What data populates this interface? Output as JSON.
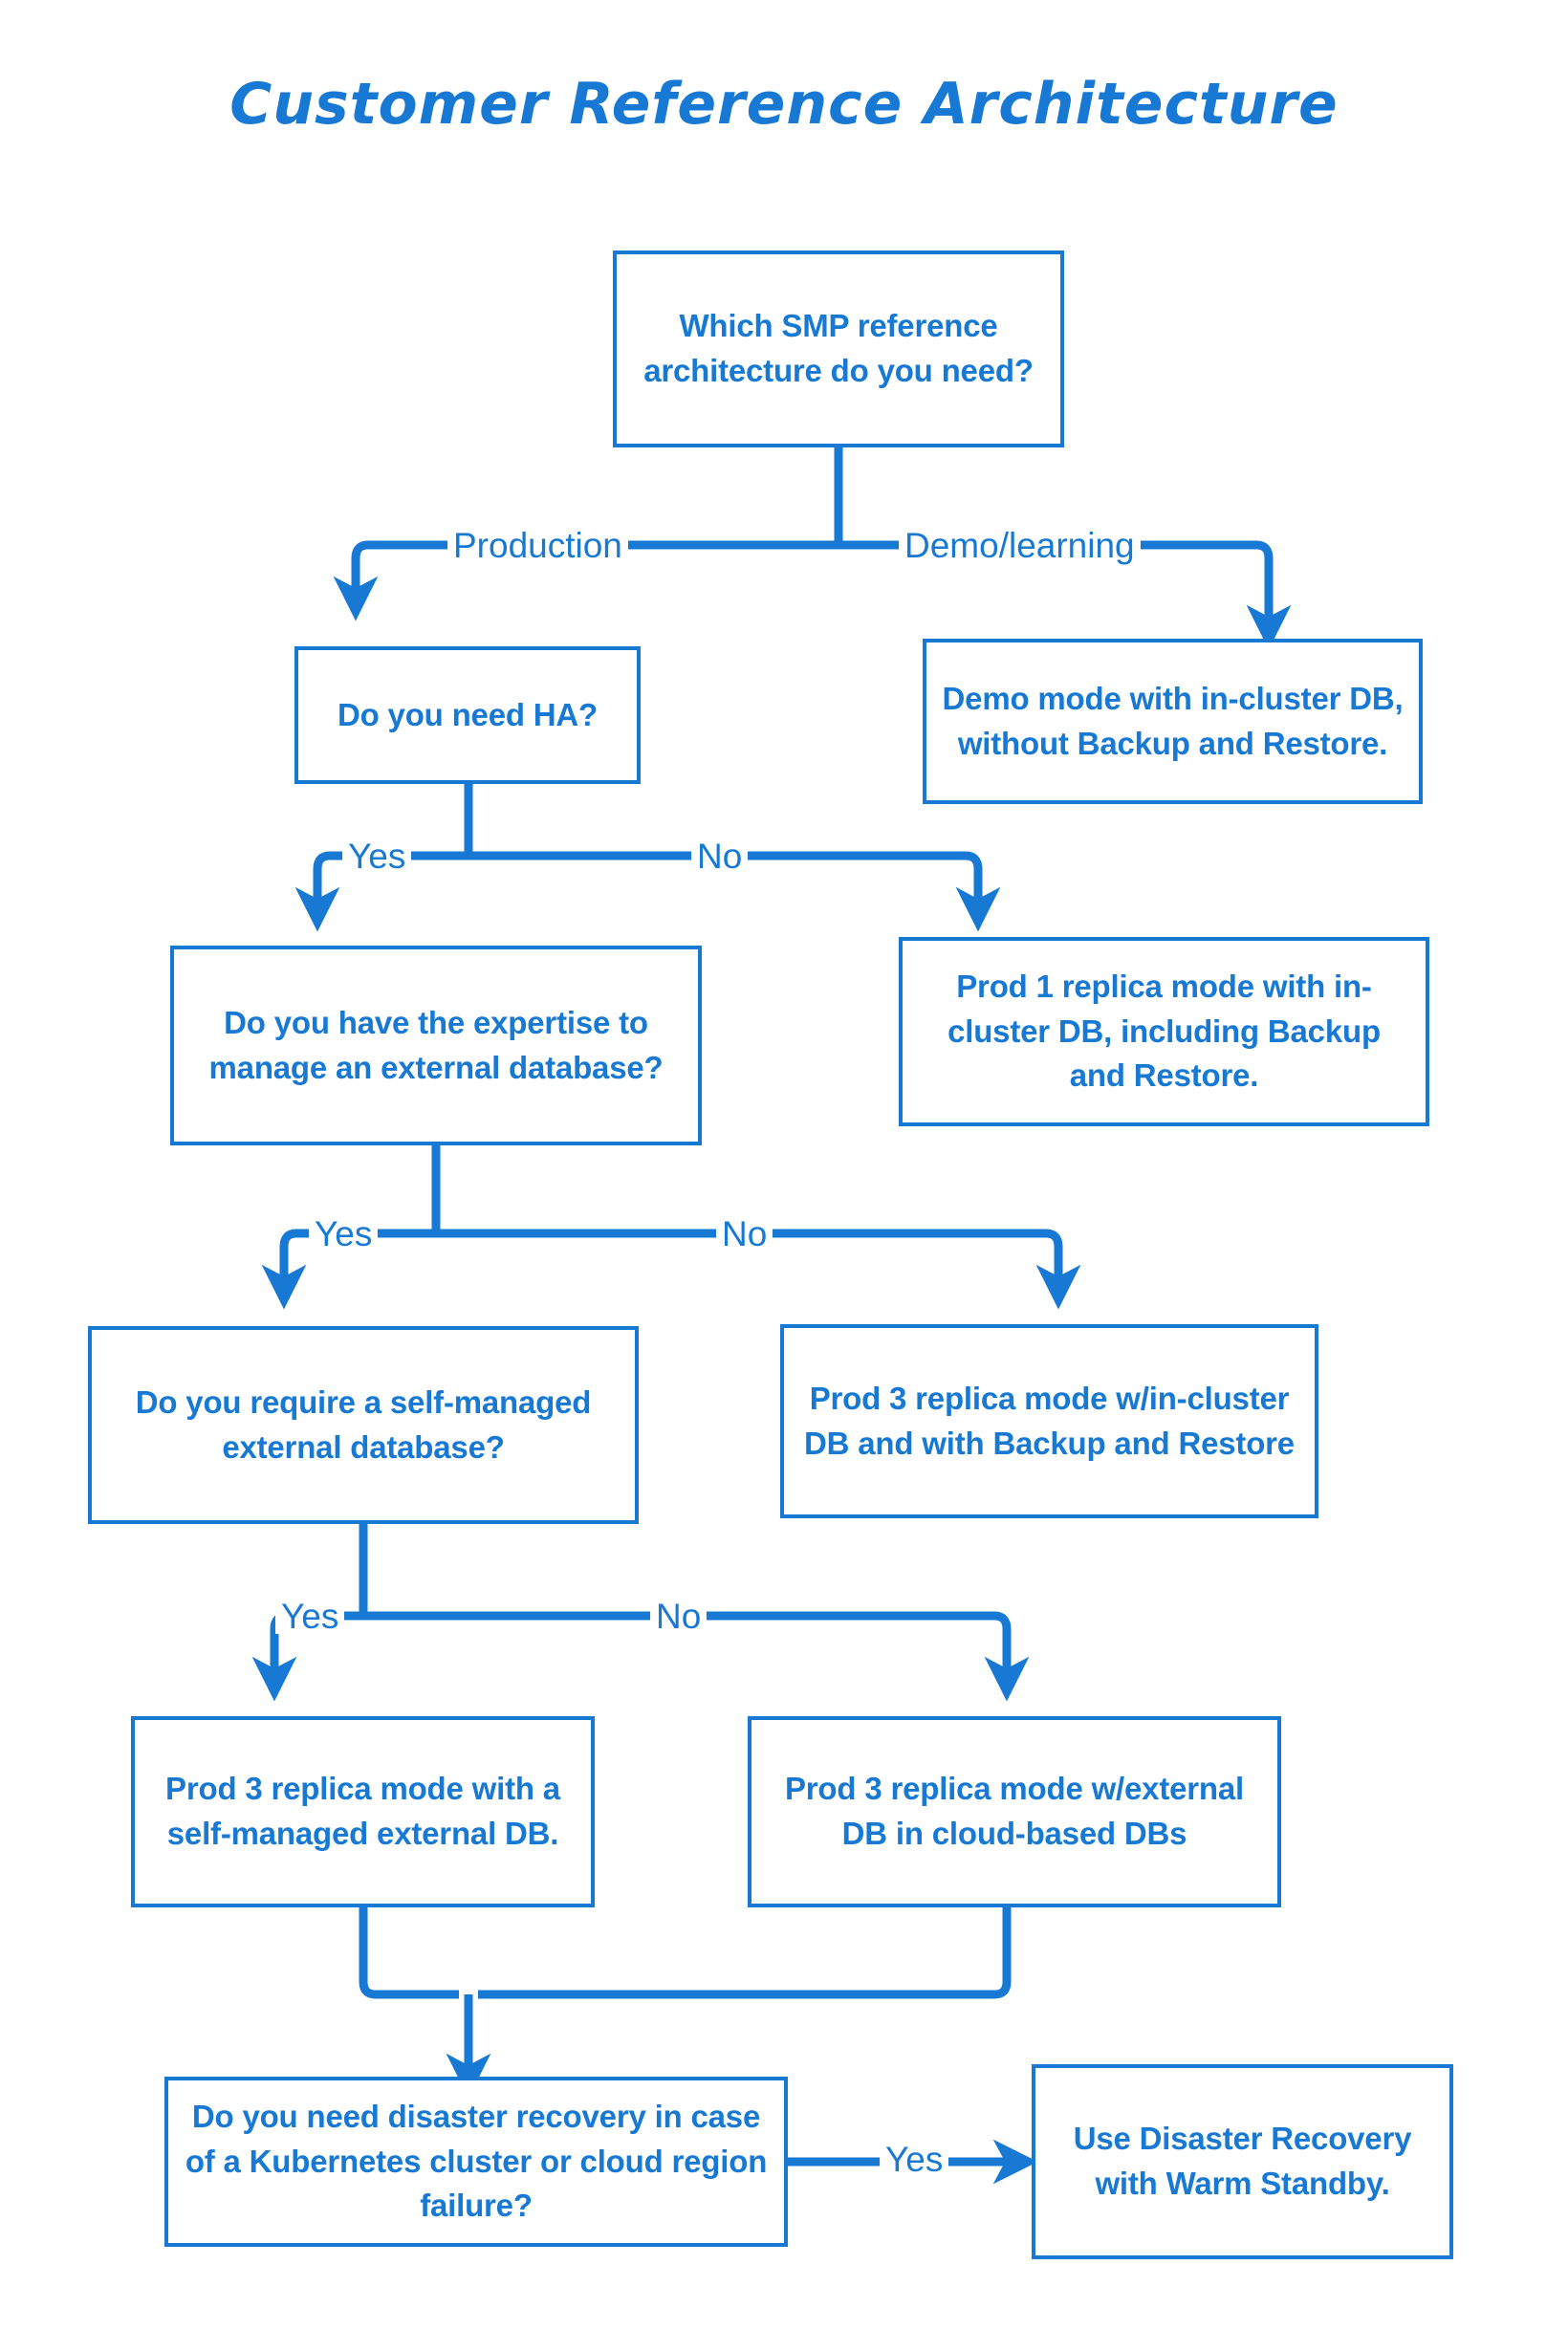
{
  "title": "Customer Reference Architecture",
  "theme": {
    "accent": "#1779d3",
    "background": "#ffffff",
    "text": "#1779d3"
  },
  "chart_data": {
    "type": "diagram",
    "diagram_kind": "decision-flowchart",
    "title": "Customer Reference Architecture",
    "nodes": [
      {
        "id": "n1",
        "kind": "decision",
        "text": "Which SMP reference architecture do you need?"
      },
      {
        "id": "n2",
        "kind": "decision",
        "text": "Do you need HA?"
      },
      {
        "id": "n3",
        "kind": "outcome",
        "text": "Demo mode with in-cluster DB, without Backup and Restore."
      },
      {
        "id": "n4",
        "kind": "decision",
        "text": "Do you have the expertise to manage an external database?"
      },
      {
        "id": "n5",
        "kind": "outcome",
        "text": "Prod 1 replica mode with in-cluster DB, including Backup and Restore."
      },
      {
        "id": "n6",
        "kind": "decision",
        "text": "Do you require a self-managed external database?"
      },
      {
        "id": "n7",
        "kind": "outcome",
        "text": "Prod 3 replica mode w/in-cluster DB and with Backup and Restore"
      },
      {
        "id": "n8",
        "kind": "outcome",
        "text": "Prod 3 replica mode with a self-managed external DB."
      },
      {
        "id": "n9",
        "kind": "outcome",
        "text": "Prod 3 replica mode w/external DB in cloud-based DBs"
      },
      {
        "id": "n10",
        "kind": "decision",
        "text": "Do you need disaster recovery in case of a Kubernetes cluster or cloud region failure?"
      },
      {
        "id": "n11",
        "kind": "outcome",
        "text": "Use Disaster Recovery with Warm Standby."
      }
    ],
    "edges": [
      {
        "from": "n1",
        "to": "n2",
        "label": "Production"
      },
      {
        "from": "n1",
        "to": "n3",
        "label": "Demo/learning"
      },
      {
        "from": "n2",
        "to": "n4",
        "label": "Yes"
      },
      {
        "from": "n2",
        "to": "n5",
        "label": "No"
      },
      {
        "from": "n4",
        "to": "n6",
        "label": "Yes"
      },
      {
        "from": "n4",
        "to": "n7",
        "label": "No"
      },
      {
        "from": "n6",
        "to": "n8",
        "label": "Yes"
      },
      {
        "from": "n6",
        "to": "n9",
        "label": "No"
      },
      {
        "from": "n8",
        "to": "n10",
        "label": ""
      },
      {
        "from": "n9",
        "to": "n10",
        "label": ""
      },
      {
        "from": "n10",
        "to": "n11",
        "label": "Yes"
      }
    ]
  },
  "nodes": {
    "n1": "Which SMP reference architecture do you need?",
    "n2": "Do you need HA?",
    "n3": "Demo mode with in-cluster DB, without Backup and Restore.",
    "n4": "Do you have the expertise to manage an external database?",
    "n5": "Prod 1 replica mode with in-cluster DB, including Backup and Restore.",
    "n6": "Do you require a self-managed external database?",
    "n7": "Prod 3 replica mode w/in-cluster DB and with Backup and Restore",
    "n8": "Prod 3 replica mode with a self-managed external DB.",
    "n9": "Prod 3 replica mode w/external DB in cloud-based DBs",
    "n10": "Do you need disaster recovery in case of a Kubernetes cluster or cloud region failure?",
    "n11": "Use Disaster Recovery with Warm Standby."
  },
  "edge_labels": {
    "production": "Production",
    "demo_learning": "Demo/learning",
    "ha_yes": "Yes",
    "ha_no": "No",
    "expertise_yes": "Yes",
    "expertise_no": "No",
    "selfmanaged_yes": "Yes",
    "selfmanaged_no": "No",
    "dr_yes": "Yes"
  }
}
